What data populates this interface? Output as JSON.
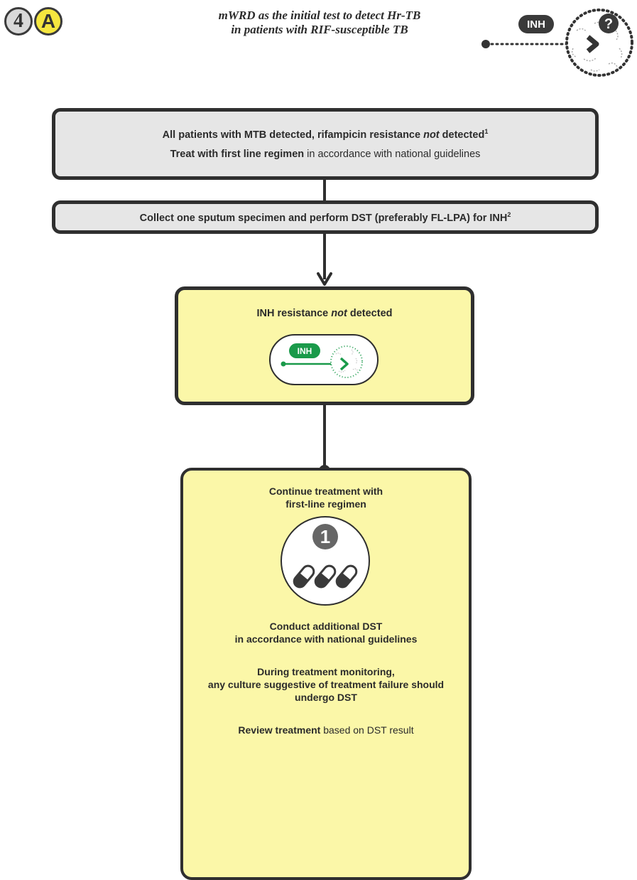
{
  "header": {
    "step_number": "4",
    "step_letter": "A",
    "title_line1": "mWRD as the initial test to detect Hr-TB",
    "title_line2": "in patients with RIF-susceptible TB",
    "icon_label": "INH",
    "icon_symbol": "?"
  },
  "box_top": {
    "line1_part1": "All patients with MTB detected, rifampicin resistance ",
    "line1_italic": "not",
    "line1_part2": " detected",
    "line1_sup": "1",
    "line2_bold": "Treat with first line regimen",
    "line2_rest": " in accordance with national guidelines"
  },
  "box_collect": {
    "text": "Collect one sputum specimen and perform DST (preferably FL-LPA) for INH",
    "sup": "2"
  },
  "box_inh": {
    "title_part1": "INH resistance ",
    "title_italic": "not",
    "title_part2": " detected",
    "icon_label": "INH"
  },
  "box_continue": {
    "title_line1": "Continue treatment with",
    "title_line2": "first-line regimen",
    "pill_number": "1",
    "para1_line1": "Conduct additional DST",
    "para1_line2": "in accordance with national guidelines",
    "para2_line1": "During treatment monitoring,",
    "para2_line2": "any culture suggestive of treatment failure should",
    "para2_line3": "undergo DST",
    "para3_bold": "Review treatment",
    "para3_rest": " based on DST result"
  },
  "colors": {
    "gray_box": "#e6e6e6",
    "yellow_box": "#fbf7a8",
    "badge_yellow": "#f5e63f",
    "inh_green": "#1a9a4a",
    "dark": "#2f2f2f"
  }
}
